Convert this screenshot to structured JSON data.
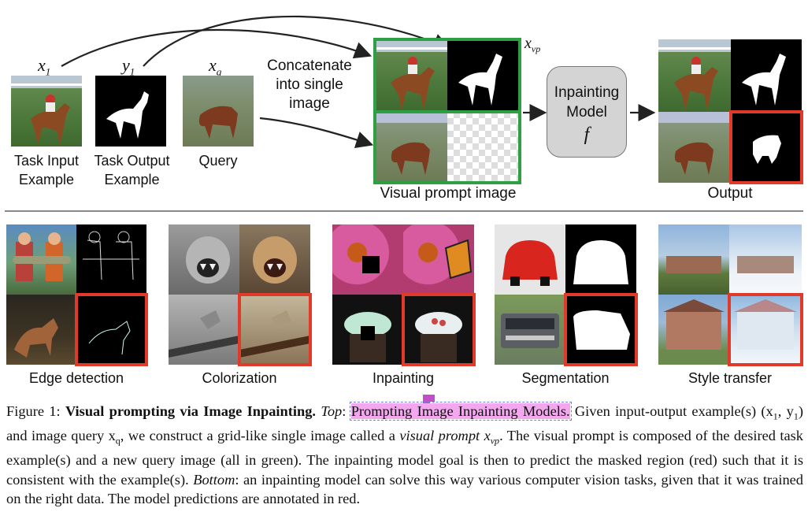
{
  "top": {
    "x1_label": "x",
    "x1_sub": "1",
    "y1_label": "y",
    "y1_sub": "1",
    "xq_label": "x",
    "xq_sub": "q",
    "xvp_label": "x",
    "xvp_sub": "vp",
    "task_input_label_1": "Task Input",
    "task_input_label_2": "Example",
    "task_output_label_1": "Task Output",
    "task_output_label_2": "Example",
    "query_label": "Query",
    "concat_label_1": "Concatenate",
    "concat_label_2": "into single",
    "concat_label_3": "image",
    "visual_prompt_label": "Visual prompt image",
    "model_line_1": "Inpainting",
    "model_line_2": "Model",
    "model_f": "f",
    "output_label": "Output"
  },
  "bottom": {
    "tasks": [
      {
        "label": "Edge detection"
      },
      {
        "label": "Colorization"
      },
      {
        "label": "Inpainting"
      },
      {
        "label": "Segmentation"
      },
      {
        "label": "Style transfer"
      }
    ]
  },
  "caption": {
    "fig": "Figure 1:",
    "title": "Visual prompting via Image Inpainting.",
    "top": "Top",
    "highlight": "Prompting Image Inpainting Models.",
    "t1": "Given input-output example(s) (x",
    "t1_sub1": "1",
    "t1_mid": ", y",
    "t1_sub2": "1",
    "t2": ") and image query x",
    "t2_sub": "q",
    "t3": ", we construct a grid-like single image called a",
    "vp": "visual prompt",
    "xvp": "x",
    "xvp_sub": "vp",
    "t4": ". The visual prompt is composed of the desired task example(s) and a new query image (all in green). The inpainting model goal is then to predict the masked region (red) such that it is consistent with the example(s).",
    "bottom": "Bottom",
    "t5": ": an inpainting model can solve this way various computer vision tasks, given that it was trained on the right data. The model predictions are annotated in red."
  },
  "colors": {
    "green": "#2ea043",
    "red": "#e03a2a",
    "highlight": "#f2a7ee"
  }
}
